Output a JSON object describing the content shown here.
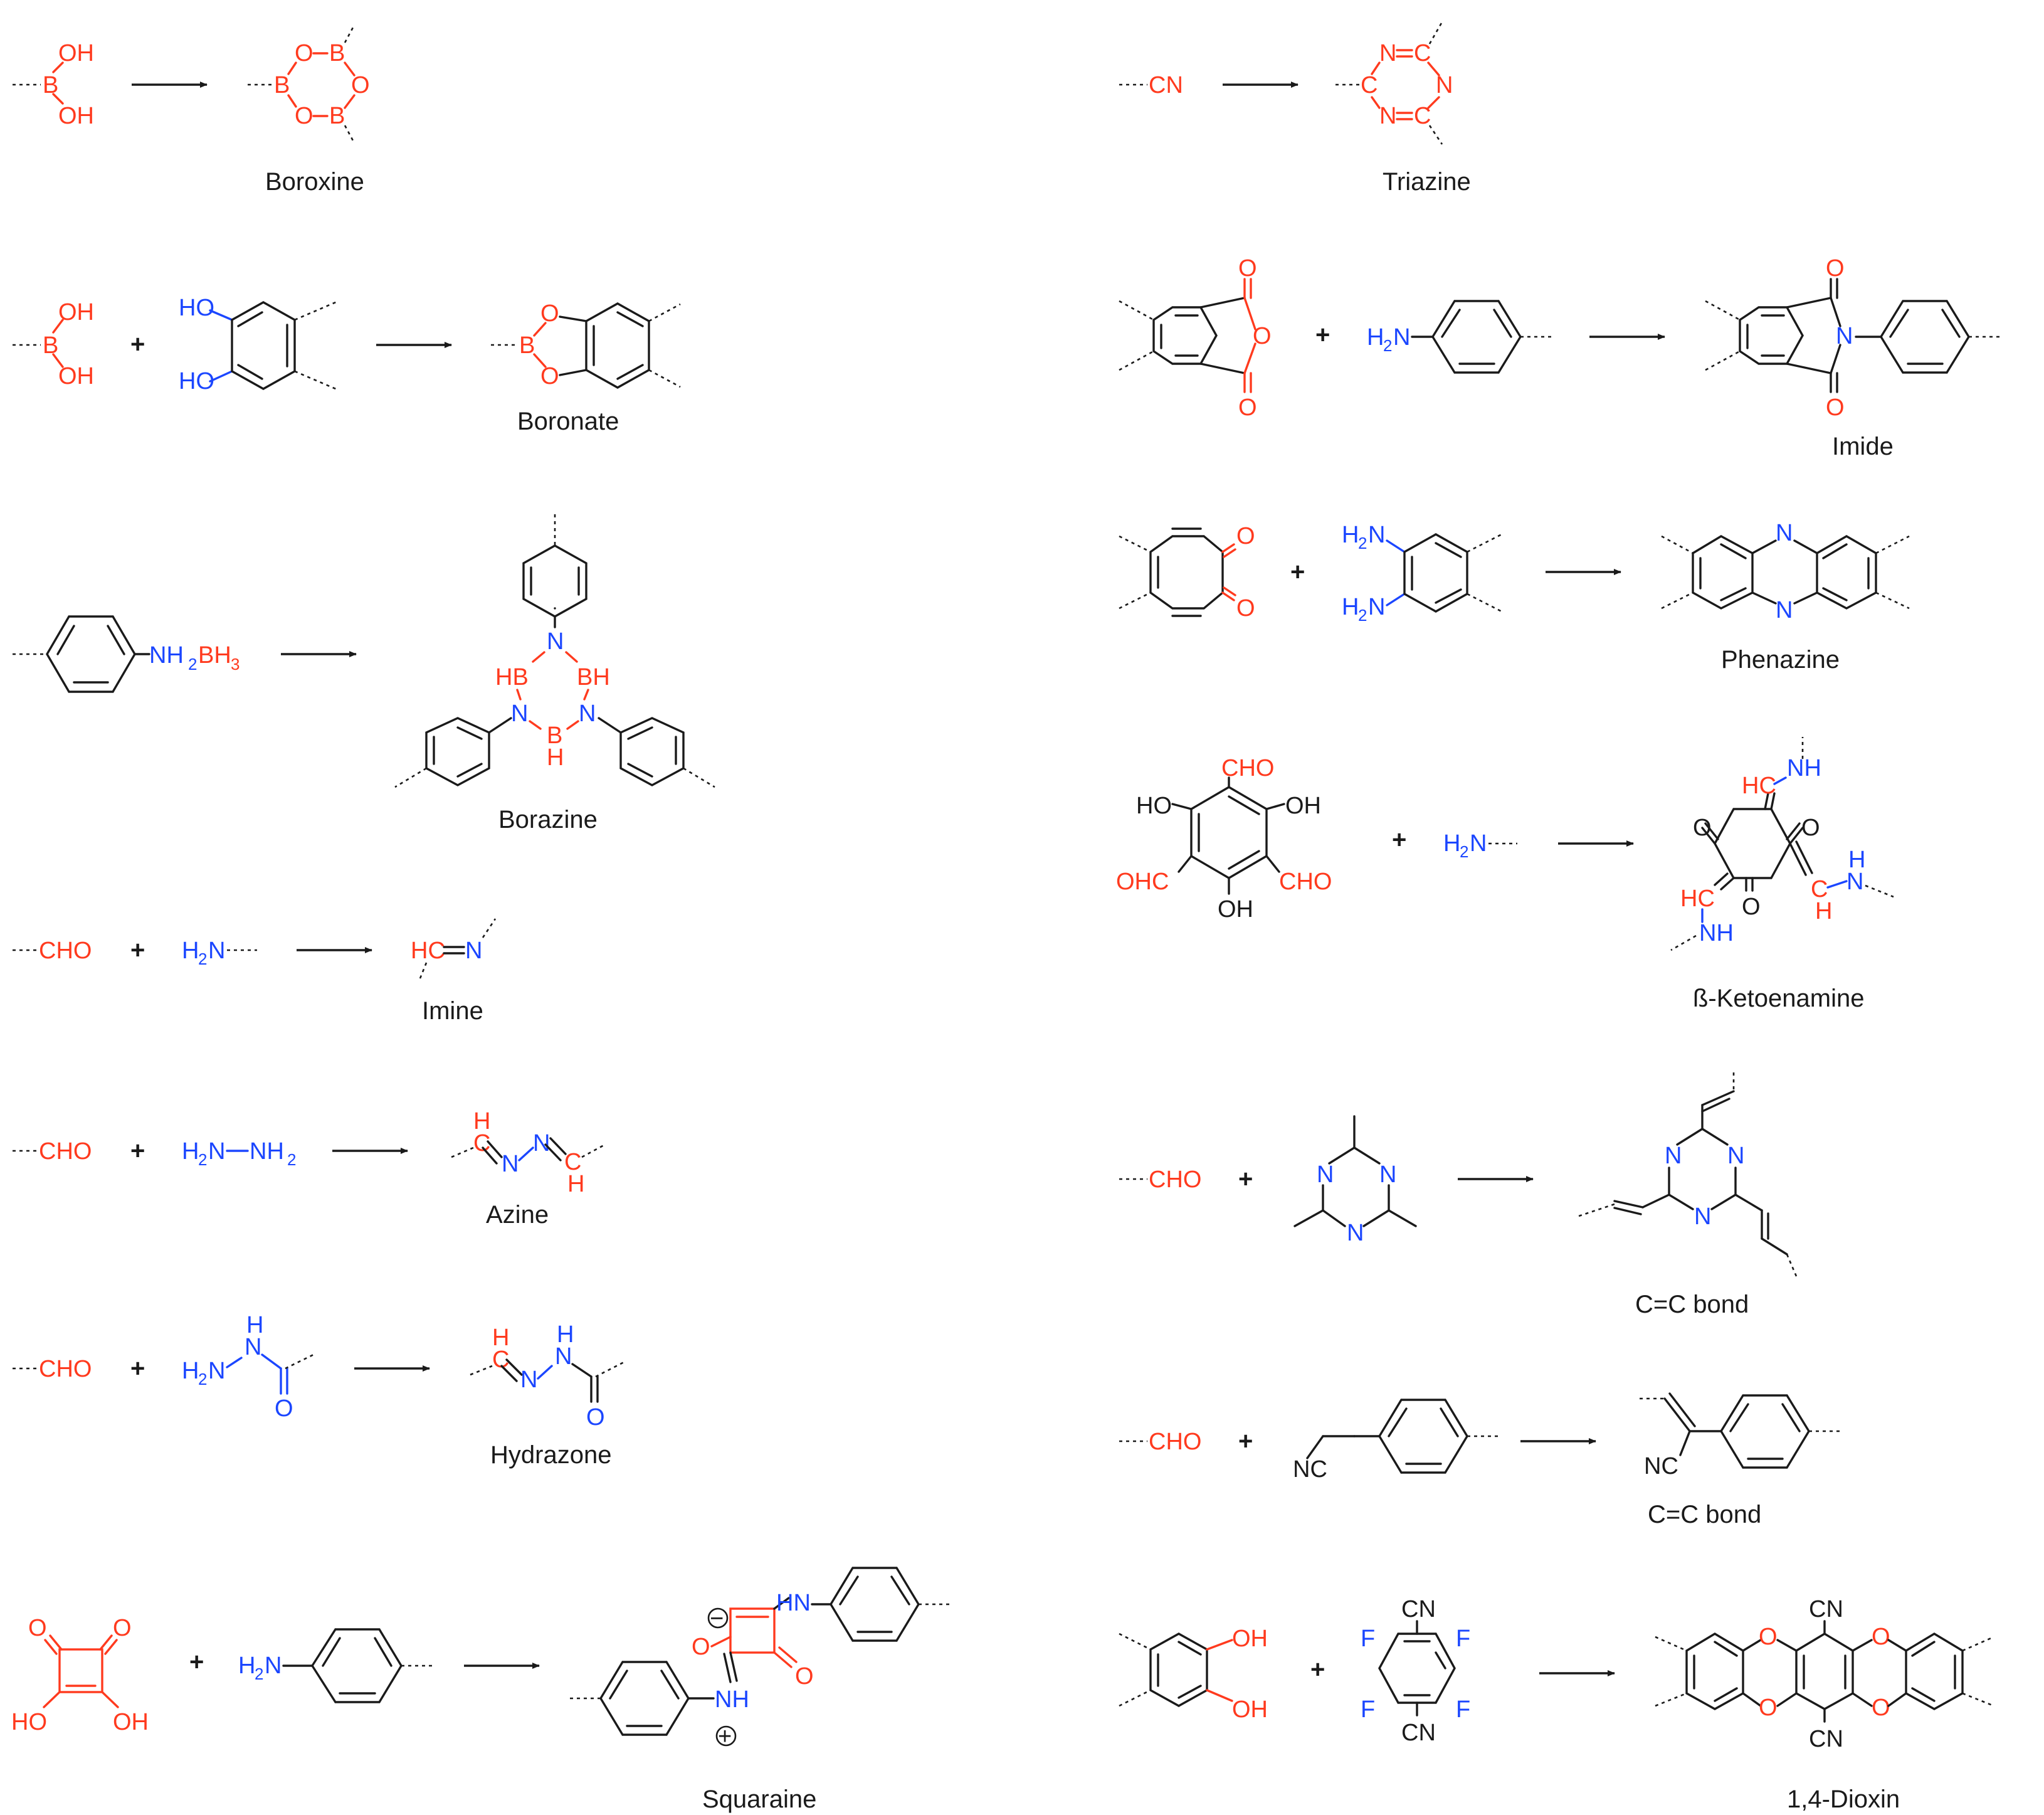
{
  "colors": {
    "reactive_group_red": "#ff3a1e",
    "reactive_group_blue": "#1b46ff",
    "skeleton": "#1a1a1a"
  },
  "labels": {
    "boroxine": "Boroxine",
    "boronate": "Boronate",
    "borazine": "Borazine",
    "imine": "Imine",
    "azine": "Azine",
    "hydrazone": "Hydrazone",
    "squaraine": "Squaraine",
    "triazine": "Triazine",
    "imide": "Imide",
    "phenazine": "Phenazine",
    "ketoenamine": "ß-Ketoenamine",
    "cc_bond_1": "C=C bond",
    "cc_bond_2": "C=C bond",
    "dioxin": "1,4-Dioxin"
  },
  "atoms": {
    "OH": "OH",
    "HO": "HO",
    "O": "O",
    "B": "B",
    "N": "N",
    "C": "C",
    "H": "H",
    "HB": "HB",
    "BH": "BH",
    "NH": "NH",
    "HN": "HN",
    "HC": "HC",
    "CN": "CN",
    "NC": "NC",
    "F": "F",
    "CHO": "CHO",
    "OHC": "OHC",
    "H2N": "H",
    "NH2": "NH",
    "two": "2",
    "three": "3",
    "NH2BH3_BH": "BH",
    "plus_sign": "+",
    "minus_sign": "−"
  }
}
